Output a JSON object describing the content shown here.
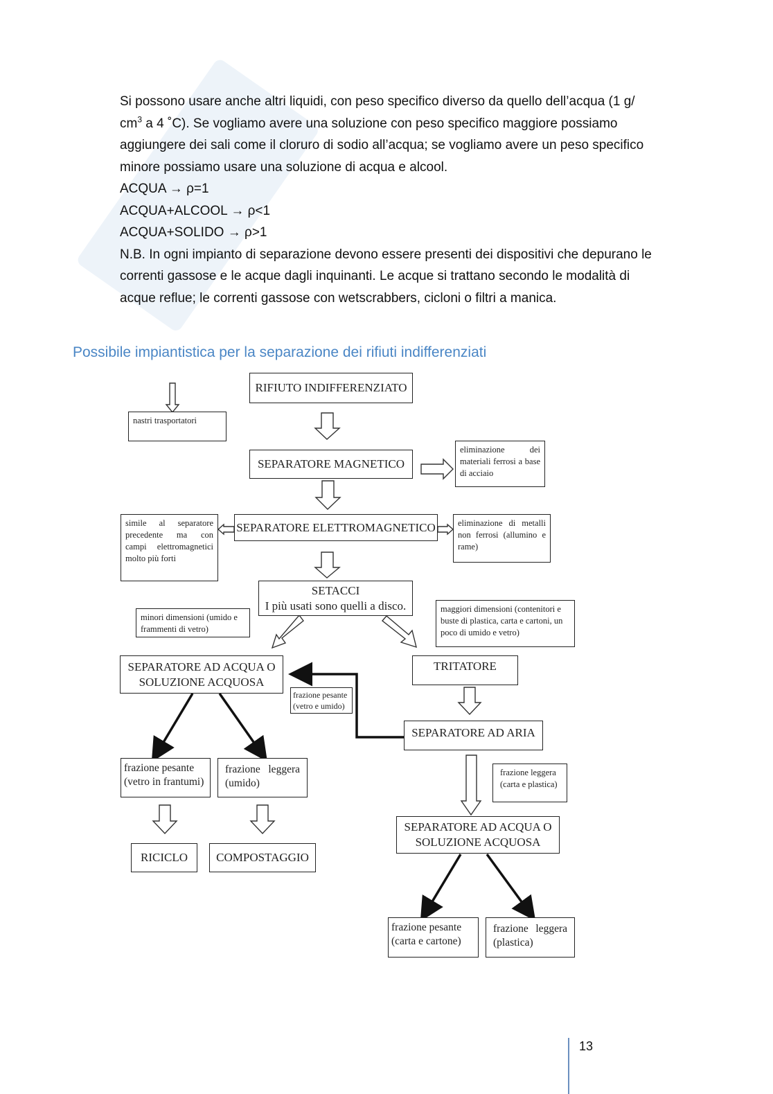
{
  "paragraph": {
    "line1a": "Si possono usare anche altri liquidi, con peso specifico diverso da quello dell’acqua (1 g/",
    "line2a": "cm",
    "line2sup": "3",
    "line2b": " a 4 ˚C). Se vogliamo avere una soluzione con peso specifico maggiore possiamo",
    "line3": "aggiungere dei sali come il cloruro di sodio all’acqua; se vogliamo avere un peso specifico",
    "line4": "minore possiamo usare una soluzione di acqua e alcool.",
    "line5": "ACQUA → ρ=1",
    "line6": "ACQUA+ALCOOL → ρ<1",
    "line7": "ACQUA+SOLIDO → ρ>1",
    "nb1": "N.B. In ogni impianto di separazione devono essere presenti dei dispositivi che depurano le",
    "nb2": "correnti gassose e le acque dagli inquinanti. Le acque si trattano secondo le modalità di",
    "nb3": "acque reflue; le correnti gassose con wetscrabbers, cicloni o filtri a manica."
  },
  "heading": "Possibile impiantistica per la separazione dei rifiuti indifferenziati",
  "diagram": {
    "rifiuto": "RIFIUTO INDIFFERENZIATO",
    "nastri": "nastri trasportatori",
    "sep_magnetico": "SEPARATORE MAGNETICO",
    "elim_ferrosi": "eliminazione dei materiali ferrosi a base di acciaio",
    "sep_elettro": "SEPARATORE ELETTROMAGNETICO",
    "simile": "simile al separatore precedente ma con campi elettromagnetici molto più forti",
    "elim_non_ferrosi": "eliminazione di metalli non ferrosi (allumino e rame)",
    "setacci_title": "SETACCI",
    "setacci_sub": "I più usati sono quelli a disco.",
    "minori": "minori dimensioni (umido e frammenti di vetro)",
    "maggiori": "maggiori dimensioni (contenitori e buste di plastica, carta e cartoni, un poco di umido e vetro)",
    "sep_acqua1": "SEPARATORE AD ACQUA O SOLUZIONE ACQUOSA",
    "tritatore": "TRITATORE",
    "frazione_pesante_vu": "frazione pesante (vetro e umido)",
    "sep_aria": "SEPARATORE AD ARIA",
    "fraz_pes_vetro": "frazione pesante (vetro in frantumi)",
    "fraz_legg_umido": "frazione leggera (umido)",
    "riciclo": "RICICLO",
    "compostaggio": "COMPOSTAGGIO",
    "fraz_legg_cp": "frazione leggera (carta e plastica)",
    "sep_acqua2": "SEPARATORE AD ACQUA O SOLUZIONE ACQUOSA",
    "fraz_pes_carta": "frazione pesante (carta e cartone)",
    "fraz_legg_plastica": "frazione leggera (plastica)"
  },
  "page_number": "13"
}
